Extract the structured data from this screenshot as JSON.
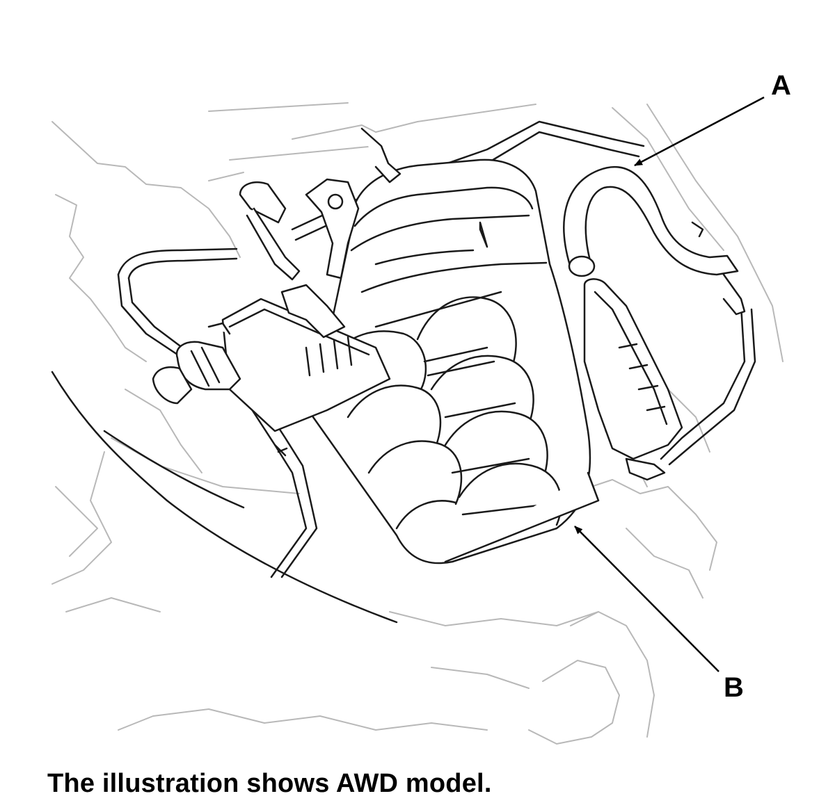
{
  "callouts": {
    "a": "A",
    "b": "B"
  },
  "caption": "The illustration shows AWD model.",
  "colors": {
    "line": "#1a1a1a",
    "background_line": "#b8b8b8",
    "arrow": "#000000"
  }
}
